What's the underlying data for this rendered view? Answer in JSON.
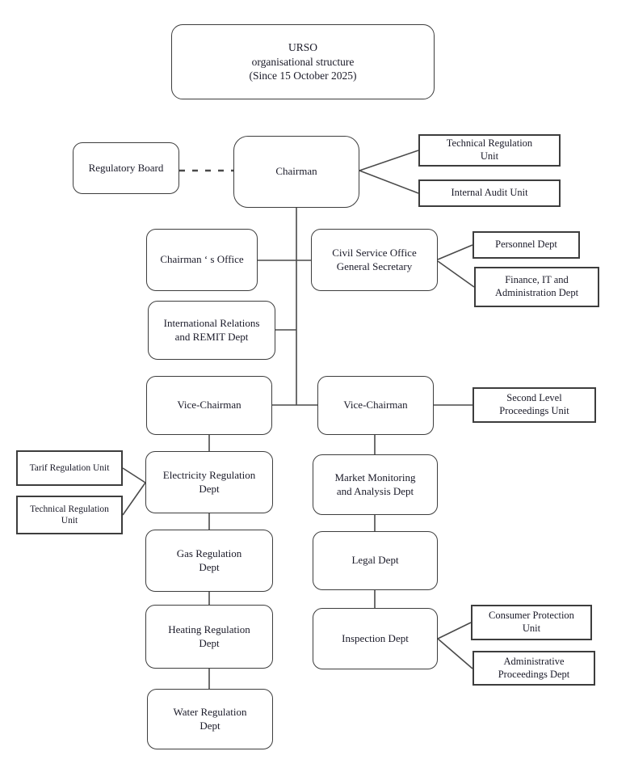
{
  "diagram": {
    "title": "URSO\norganisational structure\n(Since 15 October 2025)",
    "nodes": {
      "regulatory_board": "Regulatory Board",
      "chairman": "Chairman",
      "technical_regulation_unit_top": "Technical Regulation\nUnit",
      "internal_audit_unit": "Internal Audit Unit",
      "chairmans_office": "Chairman ‘ s Office",
      "civil_service_office": "Civil Service Office\nGeneral Secretary",
      "personnel_dept": "Personnel Dept",
      "finance_it_admin_dept": "Finance, IT and\nAdministration Dept",
      "international_relations_dept": "International Relations\nand REMIT Dept",
      "vice_chairman_left": "Vice-Chairman",
      "vice_chairman_right": "Vice-Chairman",
      "second_level_proceedings_unit": "Second Level\nProceedings Unit",
      "tarif_regulation_unit": "Tarif Regulation Unit",
      "technical_regulation_unit_left": "Technical Regulation\nUnit",
      "electricity_regulation_dept": "Electricity Regulation\nDept",
      "gas_regulation_dept": "Gas Regulation\nDept",
      "heating_regulation_dept": "Heating Regulation\nDept",
      "water_regulation_dept": "Water Regulation\nDept",
      "market_monitoring_dept": "Market Monitoring\nand Analysis Dept",
      "legal_dept": "Legal Dept",
      "inspection_dept": "Inspection Dept",
      "consumer_protection_unit": "Consumer Protection\nUnit",
      "administrative_proceedings_dept": "Administrative\nProceedings Dept"
    },
    "colors": {
      "background": "#ffffff",
      "box_border": "#3d3d3d",
      "text": "#1a1a28",
      "line": "#4a4a4a"
    }
  }
}
